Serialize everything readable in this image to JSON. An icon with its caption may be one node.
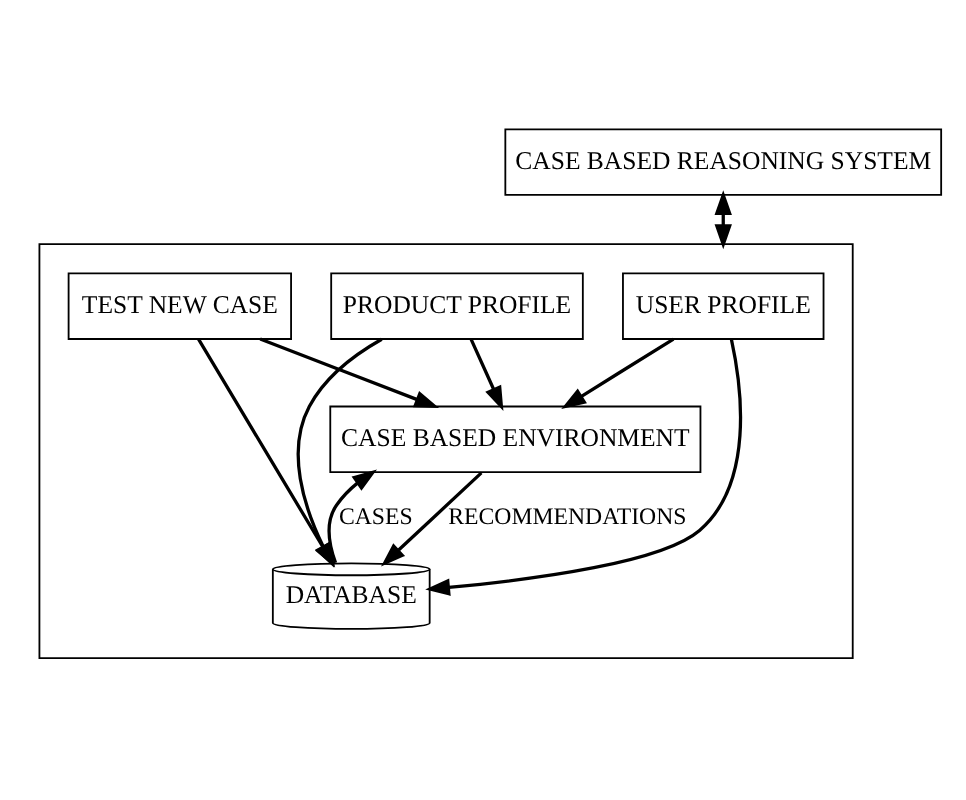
{
  "diagram": {
    "nodes": [
      {
        "text": [
          "CASE BASED REASONING SYSTEM"
        ]
      },
      {
        "text": [],
        "shape": "box"
      },
      {
        "text": [
          "USER PROFILE"
        ],
        "in": 1
      },
      {
        "text": [
          "PRODUCT PROFILE"
        ],
        "in": 1
      },
      {
        "text": [
          "TEST NEW CASE"
        ],
        "in": 1
      },
      {
        "text": [
          "CASE BASED ENVIRONMENT"
        ],
        "in": 1
      },
      {
        "text": [
          "DATABASE"
        ],
        "in": 1
      }
    ],
    "edges": [
      {
        "from": 0,
        "to": 1,
        "arrow": "both"
      },
      {
        "from": 2,
        "to": 5,
        "arrow": "to"
      },
      {
        "from": 3,
        "to": 5,
        "arrow": "to"
      },
      {
        "from": 4,
        "to": 5,
        "arrow": "to"
      },
      {
        "from": 5,
        "to": 6,
        "arrow": "to",
        "label": "RECOMMENDATIONS"
      },
      {
        "from": 6,
        "to": 5,
        "arrow": "to",
        "label": "CASES"
      },
      {
        "from": 2,
        "to": 6,
        "arrow": "to"
      },
      {
        "from": 3,
        "to": 6,
        "arrow": "to"
      },
      {
        "from": 4,
        "to": 6,
        "arrow": "to"
      }
    ]
  }
}
